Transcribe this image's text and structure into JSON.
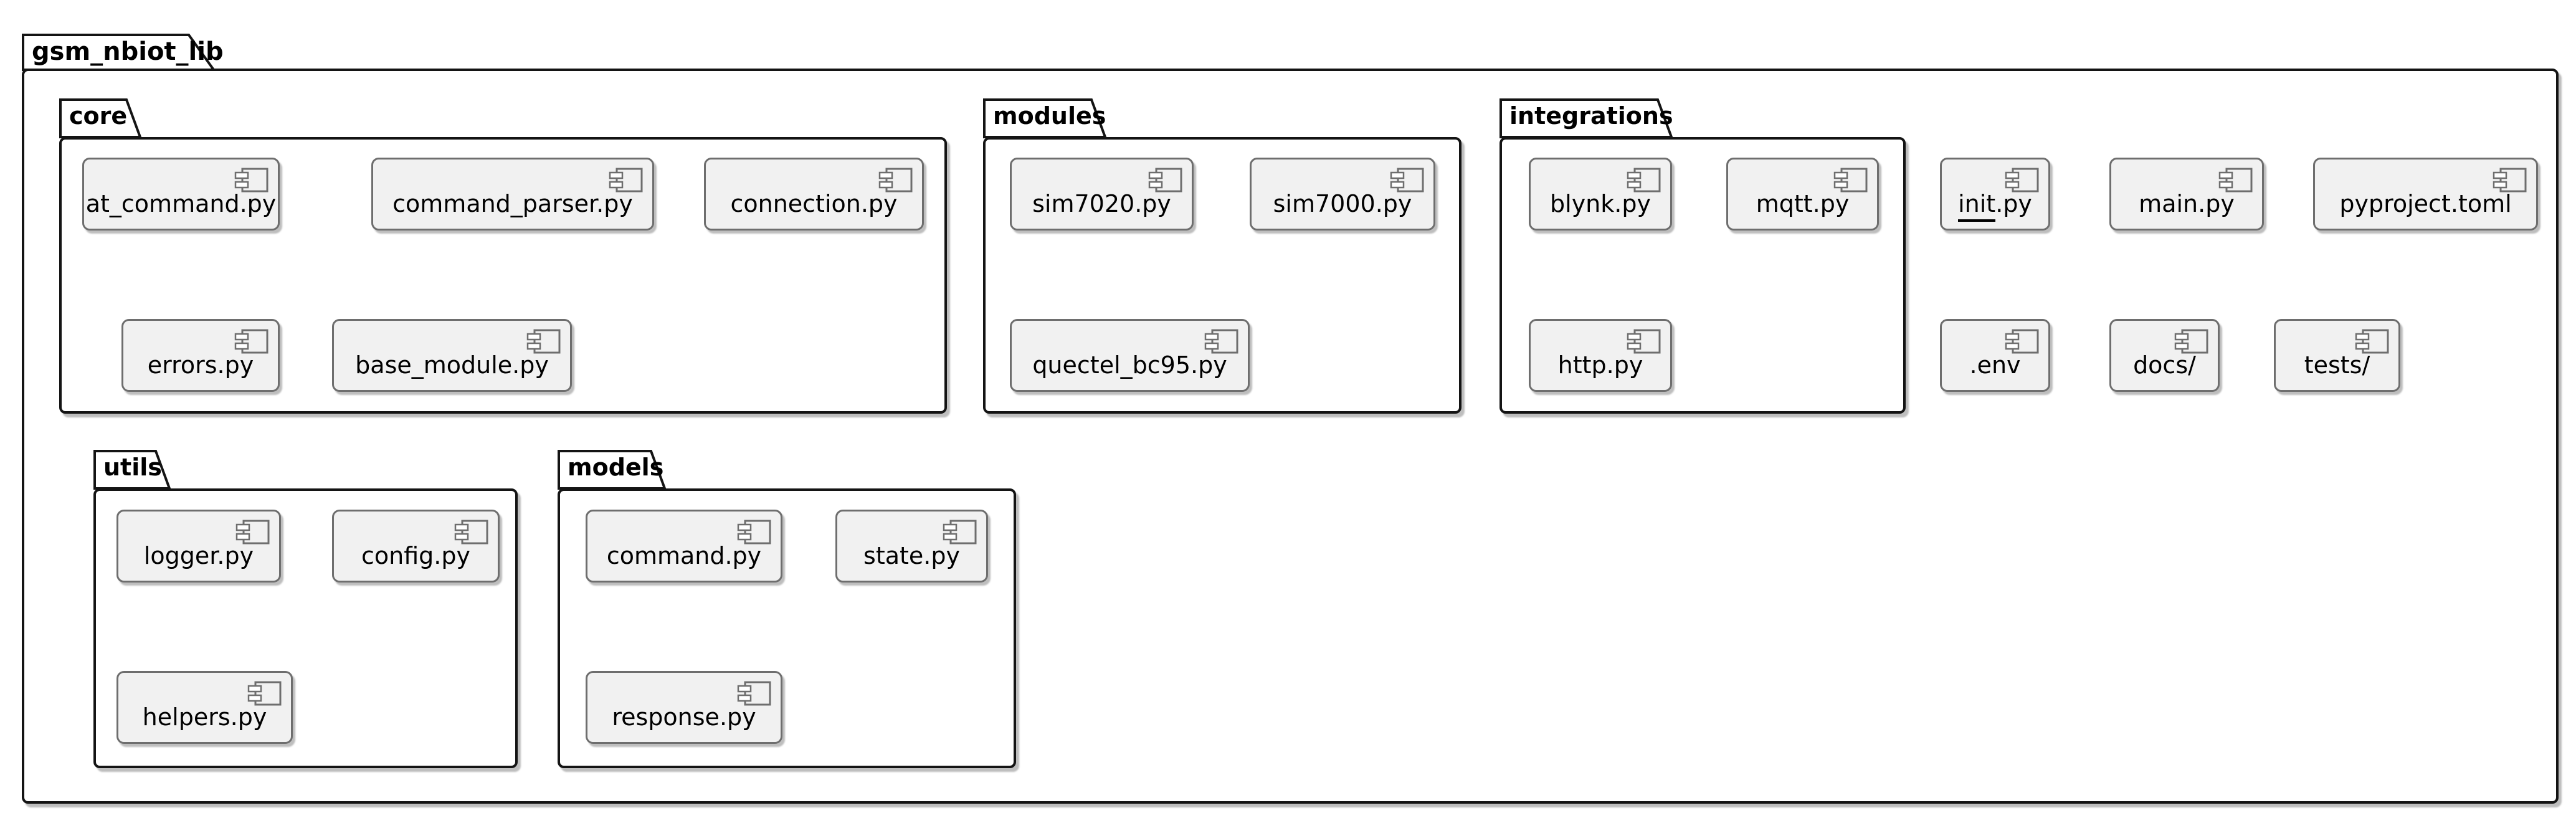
{
  "root_package": {
    "label": "gsm_nbiot_lib"
  },
  "packages": [
    {
      "name": "core",
      "label": "core",
      "components": [
        {
          "label": "at_command.py"
        },
        {
          "label": "command_parser.py"
        },
        {
          "label": "connection.py"
        },
        {
          "label": "errors.py"
        },
        {
          "label": "base_module.py"
        }
      ]
    },
    {
      "name": "modules",
      "label": "modules",
      "components": [
        {
          "label": "sim7020.py"
        },
        {
          "label": "sim7000.py"
        },
        {
          "label": "quectel_bc95.py"
        }
      ]
    },
    {
      "name": "integrations",
      "label": "integrations",
      "components": [
        {
          "label": "blynk.py"
        },
        {
          "label": "mqtt.py"
        },
        {
          "label": "http.py"
        }
      ]
    },
    {
      "name": "utils",
      "label": "utils",
      "components": [
        {
          "label": "logger.py"
        },
        {
          "label": "config.py"
        },
        {
          "label": "helpers.py"
        }
      ]
    },
    {
      "name": "models",
      "label": "models",
      "components": [
        {
          "label": "command.py"
        },
        {
          "label": "state.py"
        },
        {
          "label": "response.py"
        }
      ]
    }
  ],
  "standalone_components": [
    {
      "label_head": "init",
      "label_tail": ".py",
      "head_underlined": true
    },
    {
      "label": "main.py"
    },
    {
      "label": "pyproject.toml"
    },
    {
      "label": ".env"
    },
    {
      "label": "docs/"
    },
    {
      "label": "tests/"
    }
  ],
  "colors": {
    "background": "#FFFFFF",
    "package_border": "#141414",
    "component_fill": "#F1F1F1",
    "component_border": "#6E6E6E",
    "text": "#000000"
  }
}
